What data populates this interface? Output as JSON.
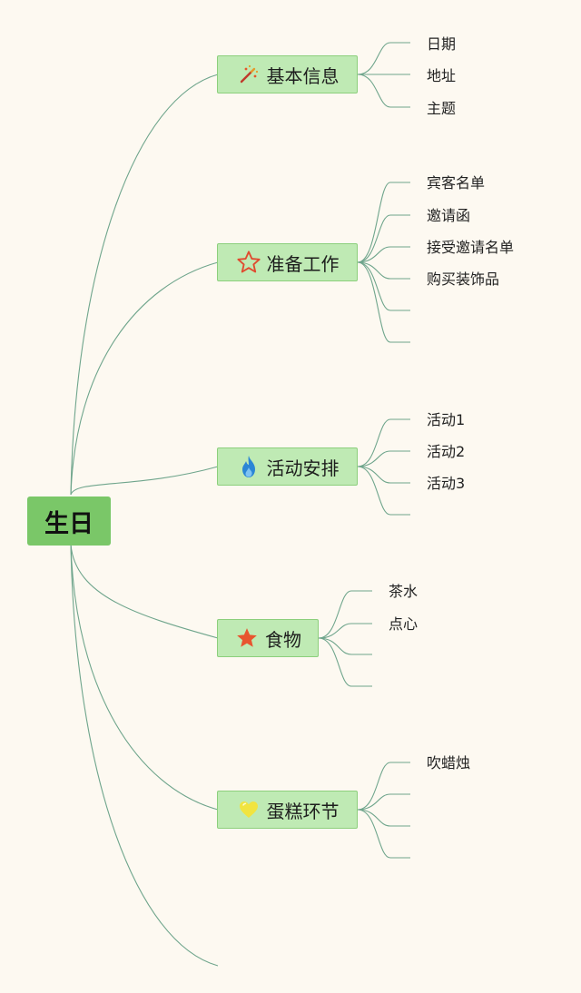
{
  "root": {
    "label": "生日"
  },
  "branches": [
    {
      "label": "基本信息",
      "icon": "magic-wand-icon",
      "leaves": [
        "日期",
        "地址",
        "主题"
      ]
    },
    {
      "label": "准备工作",
      "icon": "star-outline-icon",
      "leaves": [
        "宾客名单",
        "邀请函",
        "接受邀请名单",
        "购买装饰品",
        "",
        ""
      ]
    },
    {
      "label": "活动安排",
      "icon": "flame-icon",
      "leaves": [
        "活动1",
        "活动2",
        "活动3",
        ""
      ]
    },
    {
      "label": "食物",
      "icon": "star-filled-icon",
      "leaves": [
        "茶水",
        "点心",
        "",
        ""
      ]
    },
    {
      "label": "蛋糕环节",
      "icon": "heart-icon",
      "leaves": [
        "吹蜡烛",
        "",
        "",
        ""
      ]
    }
  ],
  "colors": {
    "root": "#7ac768",
    "branch_fill": "#bfeab4",
    "branch_border": "#8ccf7c",
    "line": "#6fa58c",
    "background": "#fdf9f1"
  }
}
